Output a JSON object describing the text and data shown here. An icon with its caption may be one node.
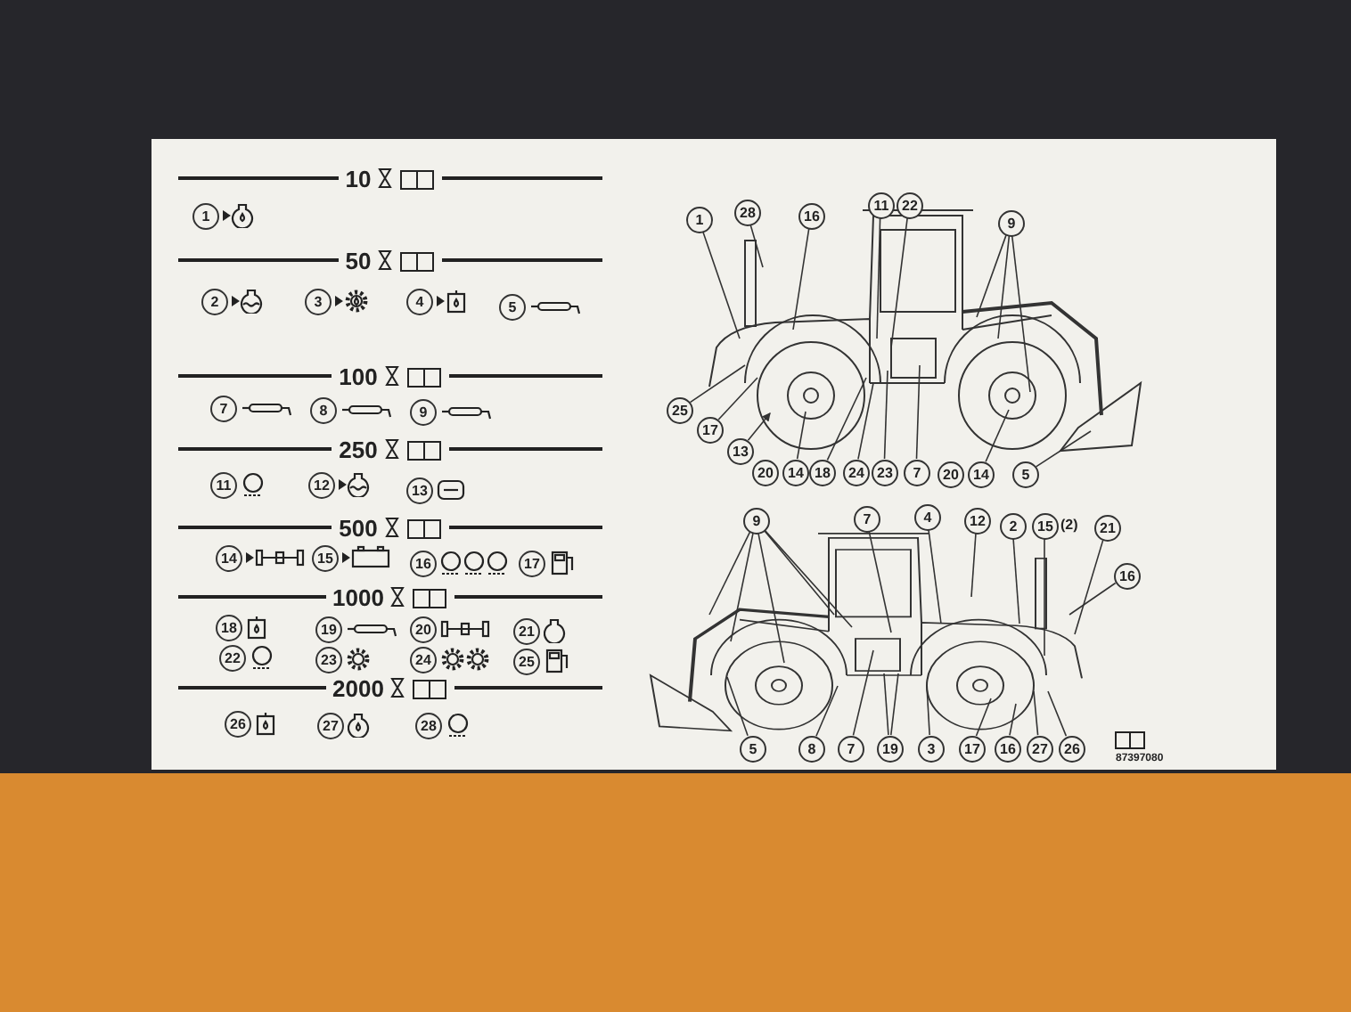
{
  "diagram": {
    "nodes": [
      {
        "text": [
          "1"
        ]
      },
      {
        "text": [
          "2"
        ]
      },
      {
        "text": [
          "3"
        ]
      },
      {
        "text": [
          "4"
        ]
      },
      {
        "text": [
          "5"
        ]
      },
      {
        "text": [
          "7"
        ]
      },
      {
        "text": [
          "8"
        ]
      },
      {
        "text": [
          "9"
        ]
      },
      {
        "text": [
          "11"
        ]
      },
      {
        "text": [
          "12"
        ]
      },
      {
        "text": [
          "13"
        ]
      },
      {
        "text": [
          "14"
        ]
      },
      {
        "text": [
          "15"
        ]
      },
      {
        "text": [
          "16"
        ]
      },
      {
        "text": [
          "17"
        ]
      },
      {
        "text": [
          "18"
        ]
      },
      {
        "text": [
          "19"
        ]
      },
      {
        "text": [
          "20"
        ]
      },
      {
        "text": [
          "21"
        ]
      },
      {
        "text": [
          "22"
        ]
      },
      {
        "text": [
          "23"
        ]
      },
      {
        "text": [
          "24"
        ]
      },
      {
        "text": [
          "25"
        ]
      },
      {
        "text": [
          "26"
        ]
      },
      {
        "text": [
          "27"
        ]
      },
      {
        "text": [
          "28"
        ]
      },
      {
        "text": [
          "1"
        ]
      },
      {
        "text": [
          "28"
        ]
      },
      {
        "text": [
          "16"
        ]
      },
      {
        "text": [
          "11"
        ]
      },
      {
        "text": [
          "22"
        ]
      },
      {
        "text": [
          "9"
        ]
      },
      {
        "text": [
          "25"
        ]
      },
      {
        "text": [
          "17"
        ]
      },
      {
        "text": [
          "13"
        ]
      },
      {
        "text": [
          "20"
        ]
      },
      {
        "text": [
          "14"
        ]
      },
      {
        "text": [
          "18"
        ]
      },
      {
        "text": [
          "24"
        ]
      },
      {
        "text": [
          "23"
        ]
      },
      {
        "text": [
          "7"
        ]
      },
      {
        "text": [
          "20"
        ]
      },
      {
        "text": [
          "14"
        ]
      },
      {
        "text": [
          "5"
        ]
      },
      {
        "text": [
          "9"
        ]
      },
      {
        "text": [
          "7"
        ]
      },
      {
        "text": [
          "4"
        ]
      },
      {
        "text": [
          "12"
        ]
      },
      {
        "text": [
          "2"
        ]
      },
      {
        "text": [
          "15"
        ],
        "beside": [
          "(2)"
        ]
      },
      {
        "text": [
          "21"
        ]
      },
      {
        "text": [
          "16"
        ]
      },
      {
        "text": [
          "5"
        ]
      },
      {
        "text": [
          "8"
        ]
      },
      {
        "text": [
          "7"
        ]
      },
      {
        "text": [
          "19"
        ]
      },
      {
        "text": [
          "3"
        ]
      },
      {
        "text": [
          "17"
        ]
      },
      {
        "text": [
          "16"
        ]
      },
      {
        "text": [
          "27"
        ]
      },
      {
        "text": [
          "26"
        ]
      }
    ],
    "edges": [
      {
        "from": 26,
        "to": null,
        "arrow": "none"
      },
      {
        "from": 27,
        "to": null,
        "arrow": "none"
      },
      {
        "from": 28,
        "to": null,
        "arrow": "none"
      },
      {
        "from": 29,
        "to": null,
        "arrow": "none"
      },
      {
        "from": 30,
        "to": null,
        "arrow": "none"
      },
      {
        "from": 31,
        "to": null,
        "arrow": "none"
      },
      {
        "from": 31,
        "to": null,
        "arrow": "none"
      },
      {
        "from": 31,
        "to": null,
        "arrow": "none"
      },
      {
        "from": 32,
        "to": null,
        "arrow": "none"
      },
      {
        "from": 33,
        "to": null,
        "arrow": "none"
      },
      {
        "from": 34,
        "to": null,
        "arrow": "to"
      },
      {
        "from": 36,
        "to": null,
        "arrow": "none"
      },
      {
        "from": 37,
        "to": null,
        "arrow": "none"
      },
      {
        "from": 38,
        "to": null,
        "arrow": "none"
      },
      {
        "from": 39,
        "to": null,
        "arrow": "none"
      },
      {
        "from": 40,
        "to": null,
        "arrow": "none"
      },
      {
        "from": 42,
        "to": null,
        "arrow": "none"
      },
      {
        "from": 43,
        "to": null,
        "arrow": "none"
      },
      {
        "from": 44,
        "to": null,
        "arrow": "none"
      },
      {
        "from": 44,
        "to": null,
        "arrow": "none"
      },
      {
        "from": 44,
        "to": null,
        "arrow": "none"
      },
      {
        "from": 44,
        "to": null,
        "arrow": "none"
      },
      {
        "from": 44,
        "to": null,
        "arrow": "none"
      },
      {
        "from": 45,
        "to": null,
        "arrow": "none"
      },
      {
        "from": 46,
        "to": null,
        "arrow": "none"
      },
      {
        "from": 47,
        "to": null,
        "arrow": "none"
      },
      {
        "from": 48,
        "to": null,
        "arrow": "none"
      },
      {
        "from": 49,
        "to": null,
        "arrow": "none"
      },
      {
        "from": 50,
        "to": null,
        "arrow": "none"
      },
      {
        "from": 51,
        "to": null,
        "arrow": "none"
      },
      {
        "from": 52,
        "to": null,
        "arrow": "none"
      },
      {
        "from": 53,
        "to": null,
        "arrow": "none"
      },
      {
        "from": 54,
        "to": null,
        "arrow": "none"
      },
      {
        "from": 55,
        "to": null,
        "arrow": "none"
      },
      {
        "from": 55,
        "to": null,
        "arrow": "none"
      },
      {
        "from": 56,
        "to": null,
        "arrow": "none"
      },
      {
        "from": 57,
        "to": null,
        "arrow": "none"
      },
      {
        "from": 58,
        "to": null,
        "arrow": "none"
      },
      {
        "from": 59,
        "to": null,
        "arrow": "none"
      },
      {
        "from": 60,
        "to": null,
        "arrow": "none"
      }
    ],
    "labels": [
      "10",
      "50",
      "100",
      "250",
      "500",
      "1000",
      "2000",
      "87397080"
    ]
  }
}
